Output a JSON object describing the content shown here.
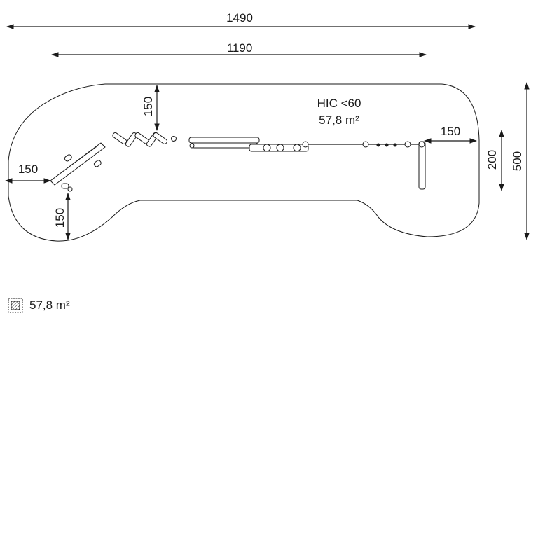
{
  "dimensions": {
    "overall_width": "1490",
    "inner_width": "1190",
    "top_clearance": "150",
    "left_clearance": "150",
    "bottom_left_clearance": "150",
    "right_clearance": "150",
    "right_height": "200",
    "overall_depth": "500"
  },
  "safety_zone": {
    "hic_label": "HIC <60",
    "area_label": "57,8 m²"
  },
  "legend": {
    "icon": "hatched-area-icon",
    "area_label": "57,8 m²"
  }
}
